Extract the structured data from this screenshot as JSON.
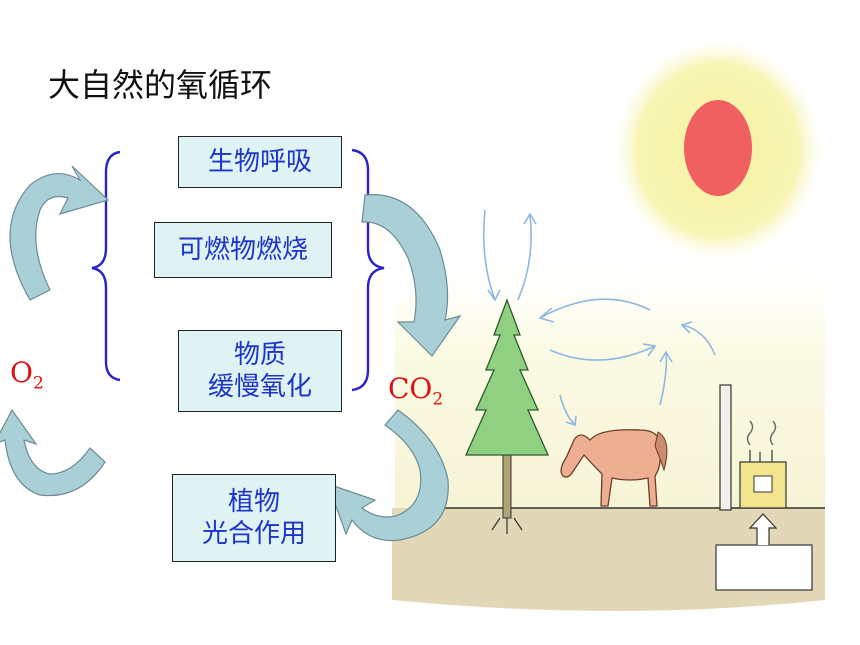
{
  "title": "大自然的氧循环",
  "consumption": {
    "respiration": "生物呼吸",
    "combustion": "可燃物燃烧",
    "slow_oxidation_line1": "物质",
    "slow_oxidation_line2": "缓慢氧化"
  },
  "production": {
    "photosynthesis_line1": "植物",
    "photosynthesis_line2": "光合作用"
  },
  "species": {
    "oxygen_main": "O",
    "oxygen_sub": "2",
    "co2_main": "CO",
    "co2_sub": "2"
  },
  "colors": {
    "box_fill": "#dff3f4",
    "box_text": "#1d35c9",
    "chem_text": "#e01010",
    "arrow_fill": "#a9d0d6",
    "brace": "#2a24c8",
    "sun": "#f06060",
    "sun_glow": "#f7f59a"
  }
}
